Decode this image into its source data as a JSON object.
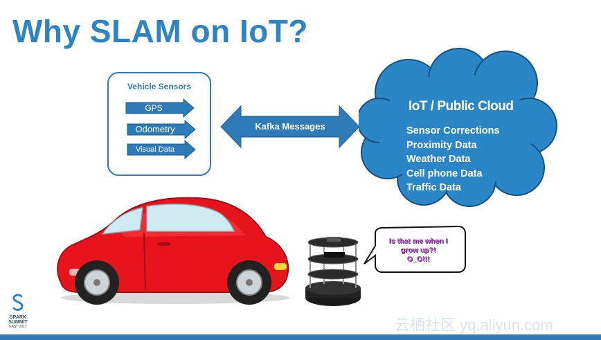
{
  "title": "Why SLAM on IoT?",
  "vehicle_sensors": {
    "title": "Vehicle Sensors",
    "items": [
      {
        "label": "GPS"
      },
      {
        "label": "Odometry"
      },
      {
        "label": "Visual Data"
      }
    ]
  },
  "kafka": {
    "label": "Kafka Messages"
  },
  "cloud": {
    "title": "IoT / Public Cloud",
    "items": [
      {
        "label": "Sensor Corrections"
      },
      {
        "label": "Proximity Data"
      },
      {
        "label": "Weather Data"
      },
      {
        "label": "Cell phone Data"
      },
      {
        "label": "Traffic Data"
      }
    ]
  },
  "speech_bubble": {
    "line1": "Is that me when I",
    "line2": "grow up?!",
    "line3": "O_O!!!"
  },
  "logo": {
    "line1": "SPARK",
    "line2": "SUMMIT",
    "line3": "EAST 2017"
  },
  "watermark": "云栖社区 yq.aliyun.com",
  "colors": {
    "accent": "#2e83c2",
    "car": "#e8141c",
    "cloud": "#2a86c6"
  }
}
